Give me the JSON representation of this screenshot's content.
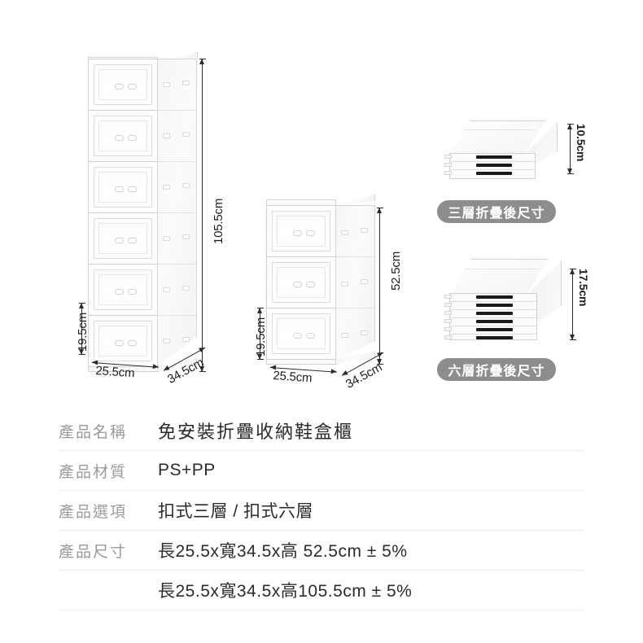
{
  "background_color": "#ffffff",
  "diagram": {
    "tall_cabinet": {
      "name": "six-tier-cabinet",
      "tiers": 6,
      "height_label": "105.5cm",
      "tier_height_label": "19.5cm",
      "width_label": "25.5cm",
      "depth_label": "34.5cm"
    },
    "short_cabinet": {
      "name": "three-tier-cabinet",
      "tiers": 3,
      "height_label": "52.5cm",
      "tier_height_label": "19.5cm",
      "width_label": "25.5cm",
      "depth_label": "34.5cm"
    },
    "folded_three": {
      "name": "three-tier-folded-stack",
      "layers": 3,
      "height_label": "10.5cm",
      "badge": "三層折疊後尺寸"
    },
    "folded_six": {
      "name": "six-tier-folded-stack",
      "layers": 6,
      "height_label": "17.5cm",
      "badge": "六層折疊後尺寸"
    },
    "badge_color": "#8d8d8d",
    "dimension_line_color": "#2b2b2b"
  },
  "spec_table": {
    "rows": [
      {
        "label": "產品名稱",
        "value": "免安裝折疊收納鞋盒櫃"
      },
      {
        "label": "產品材質",
        "value": "PS+PP"
      },
      {
        "label": "產品選項",
        "value": "扣式三層 / 扣式六層"
      },
      {
        "label": "產品尺寸",
        "value": "長25.5x寬34.5x高  52.5cm ± 5%"
      },
      {
        "label": "",
        "value": "長25.5x寬34.5x高105.5cm ± 5%"
      }
    ],
    "label_color": "#9b9b9b",
    "value_color": "#2b2b2b",
    "divider_color": "#ececec"
  }
}
